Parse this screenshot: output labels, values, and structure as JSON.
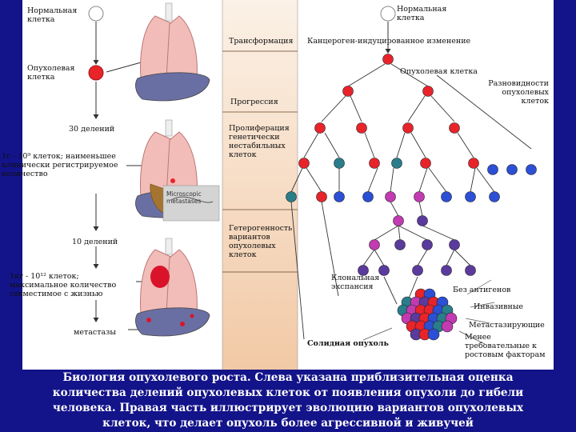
{
  "left_column": {
    "normal_cell": "Нормальная\nклетка",
    "tumor_cell": "Опухолевая\nклетка",
    "divisions_30": "30 делений",
    "one_gram": "1г - 10⁹ клеток; наименьшее\nклинически регистрируемое\nколичество",
    "divisions_10": "10 делений",
    "one_kg": "1кг - 10¹² клеток;\nмаксимальное количество\nсовместимое с жизнью",
    "metastases": "метастазы",
    "inset_label": "Microscopic\nmetastases"
  },
  "center_column": {
    "transformation": "Трансформация",
    "progression": "Прогрессия",
    "proliferation": "Пролиферация\nгенетически\nнестабильных\nклеток",
    "heterogeneity": "Гетерогенность\nвариантов\nопухолевых\nклеток"
  },
  "right_column": {
    "normal_cell": "Нормальная\nклетка",
    "carcinogen_change": "Канцероген-индуцированное изменение",
    "tumor_cell": "Опухолевая клетка",
    "variants": "Разновидности\nопухолевых\nклеток",
    "clonal_expansion": "Клональная\nэкспансия",
    "no_antigens": "Без антигенов",
    "invasive": "Инвазивные",
    "metastasizing": "Метастазирующие",
    "less_demanding": "Менее\nтребовательные к\nростовым факторам",
    "solid_tumor": "Солидная опухоль"
  },
  "caption": "Биология опухолевого роста. Слева указана приблизительная оценка количества делений опухолевых клеток от появления опухоли до гибели человека. Правая часть иллюстрирует эволюцию вариантов опухолевых клеток, что делает опухоль более агрессивной и живучей",
  "colors": {
    "frame": "#13138a",
    "red_cell": "#e8242a",
    "teal_cell": "#2a7d8a",
    "blue_cell": "#2c4fd6",
    "magenta_cell": "#c23bb0",
    "purple_cell": "#5b3a9e",
    "band_top": "#fbf1e6",
    "band_bottom": "#f2c9a6"
  },
  "icons": [
    "normal-cell-icon",
    "tumor-cell-icon",
    "lungs-liver-icon",
    "tumor-cluster-icon"
  ]
}
